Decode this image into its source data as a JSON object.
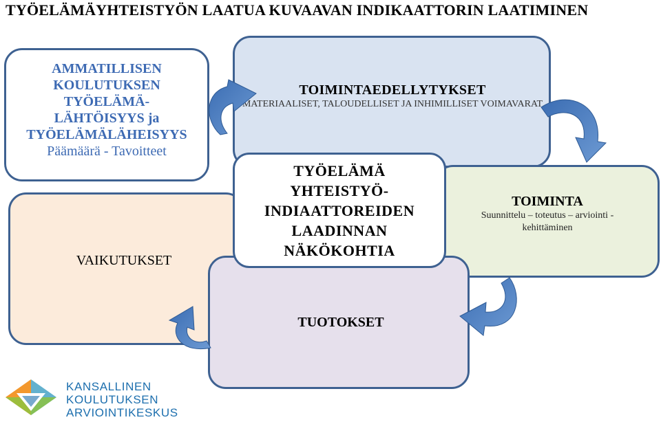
{
  "title": "TYÖELÄMÄYHTEISTYÖN LAATUA KUVAAVAN INDIKAATTORIN LAATIMINEN",
  "boxes": {
    "ammatillinen": {
      "lines": [
        "AMMATILLISEN",
        "KOULUTUKSEN",
        "TYÖELÄMÄ-",
        "LÄHTÖISYYS ja",
        "TYÖELÄMÄLÄHEISYYS"
      ],
      "subtitle": "Päämäärä - Tavoitteet"
    },
    "resurssit": {
      "heading": "TOIMINTAEDELLYTYKSET",
      "subtitle": "MATERIAALISET, TALOUDELLISET JA INHIMILLISET VOIMAVARAT"
    },
    "center": {
      "lines": [
        "TYÖELÄMÄ",
        "YHTEISTYÖ-",
        "INDIAATTOREIDEN",
        "LAADINNAN",
        "NÄKÖKOHTIA"
      ]
    },
    "toiminta": {
      "heading": "TOIMINTA",
      "subtitle": "Suunnittelu – toteutus – arviointi - kehittäminen"
    },
    "tuotokset": {
      "label": "TUOTOKSET"
    },
    "vaikutukset": {
      "label": "VAIKUTUKSET"
    }
  },
  "logo": {
    "lines": [
      "KANSALLINEN",
      "KOULUTUKSEN",
      "ARVIOINTIKESKUS"
    ],
    "colors": [
      "#f29222",
      "#8cc341",
      "#1d6fae",
      "#52a8c9"
    ]
  },
  "colors": {
    "border": "#3e6191",
    "arrow": "#4a7dbf",
    "ammatillinen_text": "#3d6ab3",
    "resurssit_fill": "#d9e3f1",
    "toiminta_fill": "#ebf1dd",
    "tuotokset_fill": "#e6e0ec",
    "vaikutukset_fill": "#fcebdb"
  }
}
